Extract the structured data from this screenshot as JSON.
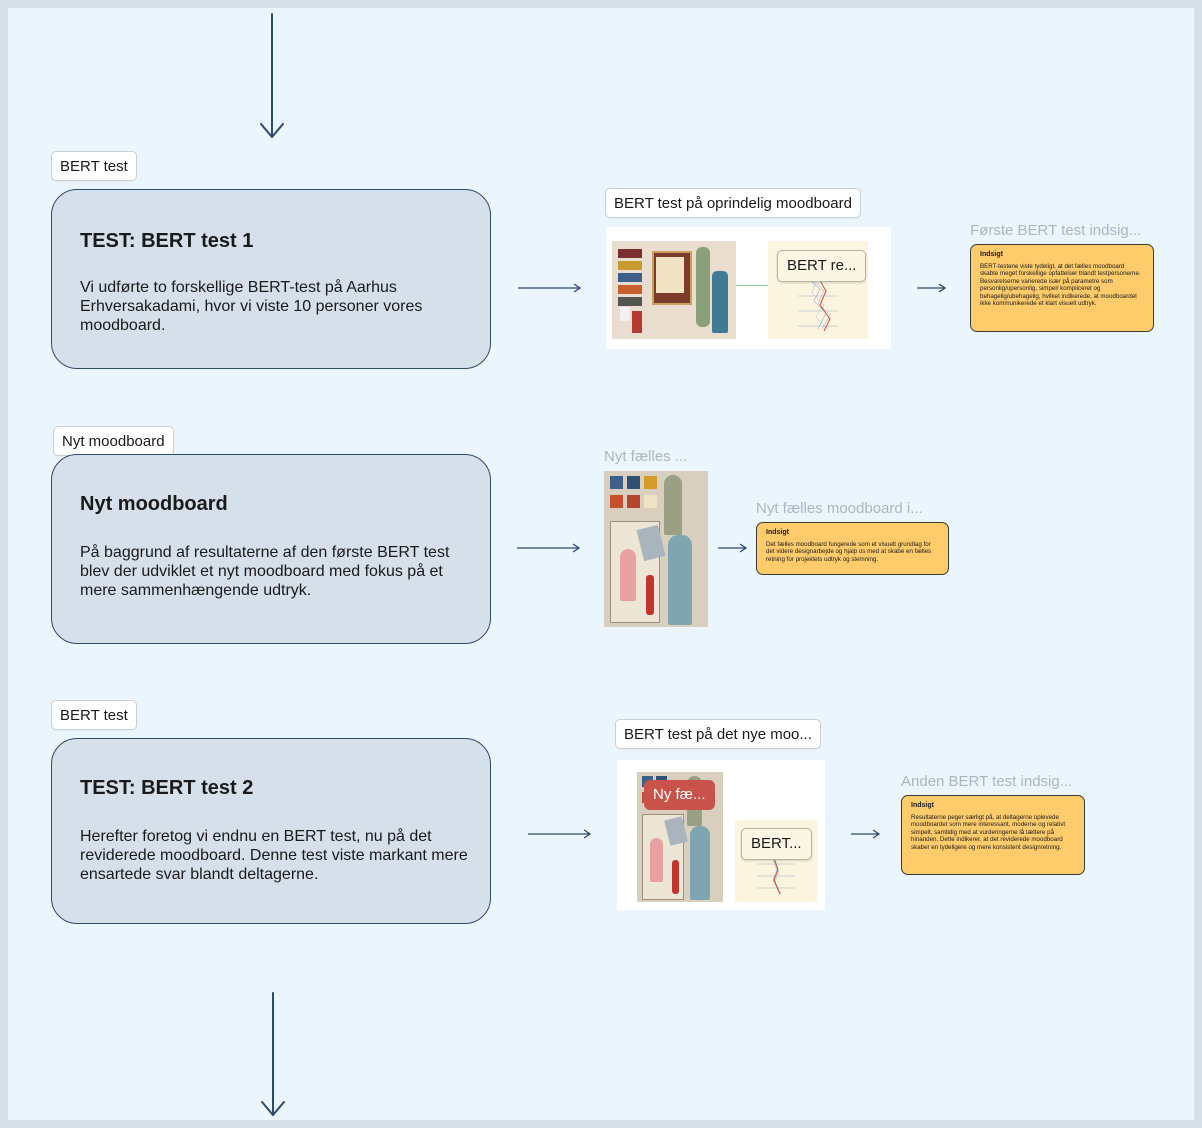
{
  "flow": {
    "sections": [
      {
        "tag": "BERT test",
        "card_title": "TEST: BERT test 1",
        "card_body": "Vi udførte to forskellige BERT-test på Aarhus Erhversakadami, hvor vi viste 10 personer vores moodboard.",
        "image_label": "BERT test på oprindelig moodboard",
        "image_chip": "BERT re...",
        "insight_label": "Første BERT test indsig...",
        "insight_title": "Indsigt",
        "insight_text": "BERT-testene viste tydeligt, at det fælles moodboard skabte meget forskellige opfattelser blandt testpersonerne. Besvarelserne varierede især på parametre som personlig/upersonlig, simpel/ kompliceret og behagelig/ubehagelig, hvilket indikerede, at moodboardet ikke kommunikerede et klart visuelt udtryk."
      },
      {
        "tag": "Nyt moodboard",
        "card_title": "Nyt moodboard",
        "card_body": "På baggrund af resultaterne af den første BERT test blev der udviklet et nyt moodboard med fokus på et mere sammenhængende udtryk.",
        "image_label": "Nyt fælles ...",
        "insight_label": "Nyt fælles moodboard i...",
        "insight_title": "Indsigt",
        "insight_text": "Det fælles moodboard fungerede som et visuelt grundlag for det videre designarbejde og hjalp os med at skabe en fælles retning for projektets udtryk og stemning."
      },
      {
        "tag": "BERT test",
        "card_title": "TEST: BERT test 2",
        "card_body": "Herefter foretog vi endnu en BERT test, nu på det reviderede moodboard. Denne test viste markant mere ensartede svar blandt deltagerne.",
        "image_label": "BERT test på det nye moo...",
        "image_chip_red": "Ny fæ...",
        "image_chip": "BERT...",
        "insight_label": "Anden BERT test indsig...",
        "insight_title": "Indsigt",
        "insight_text": "Resultaterne peger særligt på, at deltagerne oplevede moodboardet som mere interessant, moderne og relativt simpelt, samtidig med at vurderingerne lå tættere på hinanden. Dette indikerer, at det reviderede moodboard skaber en tydeligere og mere konsistent designretning."
      }
    ]
  },
  "colors": {
    "canvas": "#eaf5fd",
    "card_fill": "#d5e0eb",
    "card_border": "#2e4a6b",
    "arrow": "#2e4a6b",
    "note": "#ffcb6b",
    "ghost_text": "#a9b6c2"
  },
  "icons": [
    "arrow-down-icon",
    "arrow-right-icon"
  ]
}
